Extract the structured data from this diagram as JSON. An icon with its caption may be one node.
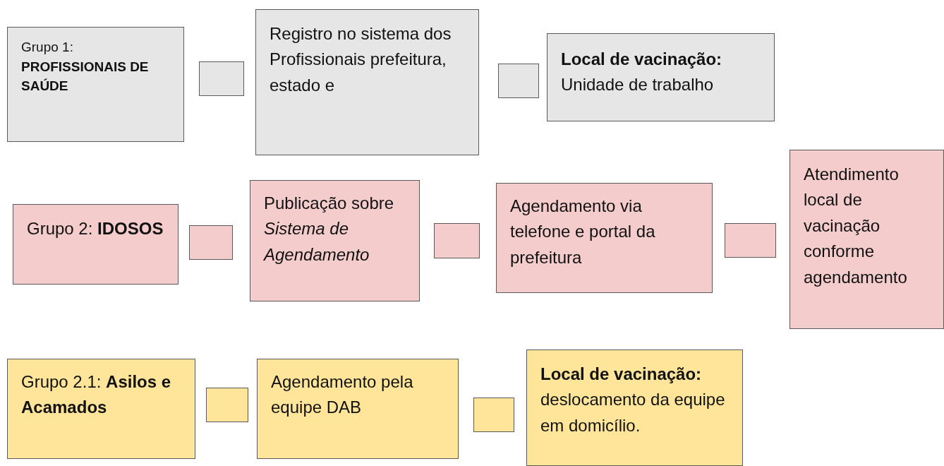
{
  "diagram": {
    "nodes": [
      {
        "text": [
          "Grupo 1: **PROFISSIONAIS DE SAÚDE**"
        ]
      },
      {
        "text": [],
        "shape": "box"
      },
      {
        "text": [
          "Registro no sistema dos Profissionais prefeitura, estado e"
        ]
      },
      {
        "text": [],
        "shape": "box"
      },
      {
        "text": [
          "**Local de vacinação:** Unidade de trabalho"
        ]
      },
      {
        "text": [
          "Grupo 2: **IDOSOS**"
        ]
      },
      {
        "text": [],
        "shape": "box"
      },
      {
        "text": [
          "Publicação sobre *Sistema de Agendamento*"
        ]
      },
      {
        "text": [],
        "shape": "box"
      },
      {
        "text": [
          "Agendamento via telefone e portal da prefeitura"
        ]
      },
      {
        "text": [],
        "shape": "box"
      },
      {
        "text": [
          "Atendimento local de vacinação conforme agendamento"
        ]
      },
      {
        "text": [
          "Grupo 2.1: **Asilos e Acamados**"
        ]
      },
      {
        "text": [],
        "shape": "box"
      },
      {
        "text": [
          "Agendamento pela equipe DAB"
        ]
      },
      {
        "text": [],
        "shape": "box"
      },
      {
        "text": [
          "**Local de vacinação:** deslocamento da equipe em domicílio."
        ]
      }
    ]
  }
}
